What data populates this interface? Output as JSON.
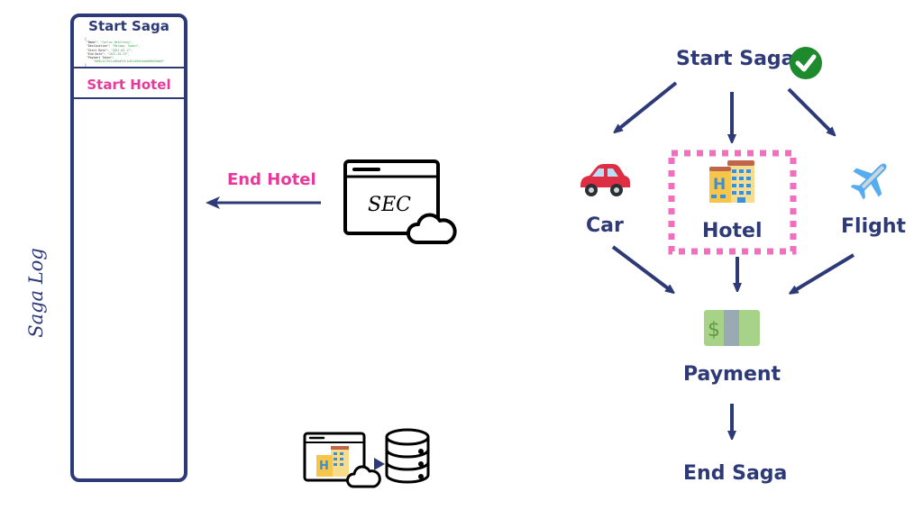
{
  "saga_log": {
    "label": "Saga Log",
    "title": "Start Saga",
    "payload_json": {
      "open": "{",
      "lines": [
        {
          "key": "\"Name\": ",
          "value": "\"Carlos Hoteltney\","
        },
        {
          "key": "\"Destination\": ",
          "value": "\"Malaga, Spain\","
        },
        {
          "key": "\"Start Date\": ",
          "value": "\"2021-03-17\","
        },
        {
          "key": "\"End Date\": ",
          "value": "\"2021-03-23\","
        },
        {
          "key": "\"Payment Token\":",
          "value": ""
        },
        {
          "key": "    ",
          "value": "\"0e9c1c15c1cb9ea5fc1c81cb9ce4aa0d6a9ebb9\""
        }
      ],
      "close": "}"
    },
    "entries": [
      "Start Hotel"
    ]
  },
  "sec": {
    "message": "End Hotel",
    "icon_text": "SEC"
  },
  "flow": {
    "start": "Start Saga",
    "start_status": "success",
    "services": [
      {
        "name": "Car",
        "icon": "car-icon"
      },
      {
        "name": "Hotel",
        "icon": "hotel-icon",
        "highlighted": true
      },
      {
        "name": "Flight",
        "icon": "airplane-icon"
      }
    ],
    "payment": {
      "name": "Payment",
      "icon": "money-icon"
    },
    "end": "End Saga"
  },
  "colors": {
    "navy": "#2e3a78",
    "pink": "#e6399b",
    "highlight_dash": "#f46ec0",
    "success_green": "#1e8a2e"
  }
}
